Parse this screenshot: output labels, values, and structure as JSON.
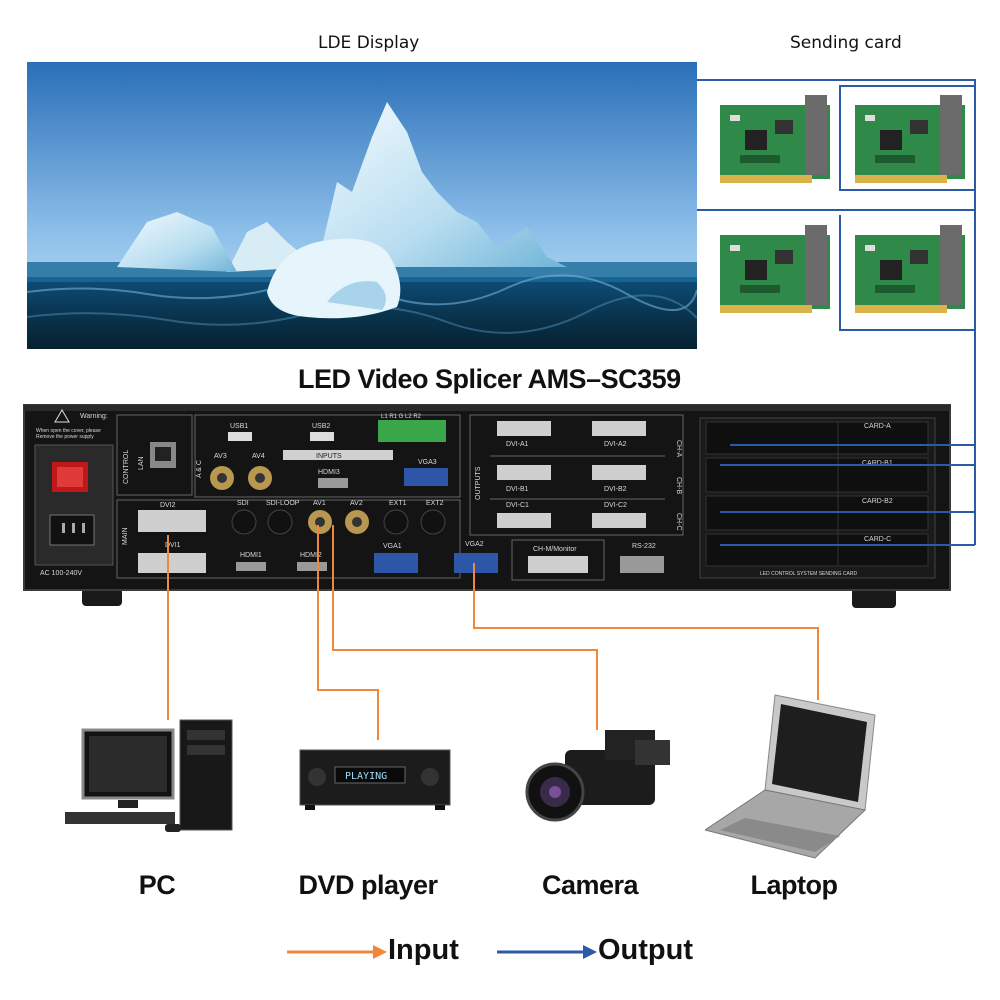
{
  "captions": {
    "display": "LDE  Display",
    "sending": "Sending card"
  },
  "title": "LED Video Splicer AMS–SC359",
  "panel": {
    "warning_title": "Warning:",
    "warning_text1": "When open the cover, please",
    "warning_text2": "Remove the power supply",
    "control": "CONTROL",
    "lan": "LAN",
    "power": "AC  100-240V",
    "main": "MAIN",
    "abc": "A & C",
    "inputs": "INPUTS",
    "outputs": "OUTPUTS",
    "usb1": "USB1",
    "usb2": "USB2",
    "terminal": "L1 R1  G L2  R2",
    "av3": "AV3",
    "av4": "AV4",
    "hdmi3": "HDMI3",
    "vga3": "VGA3",
    "dvi2": "DVI2",
    "dvi1": "DVI1",
    "sdi": "SDI",
    "sdi_loop": "SDI-LOOP",
    "av1": "AV1",
    "av2": "AV2",
    "ext1": "EXT1",
    "ext2": "EXT2",
    "hdmi1": "HDMI1",
    "hdmi2": "HDMI2",
    "vga1": "VGA1",
    "vga2": "VGA2",
    "dvi_a1": "DVI-A1",
    "dvi_a2": "DVI-A2",
    "dvi_b1": "DVI-B1",
    "dvi_b2": "DVI-B2",
    "dvi_c1": "DVI-C1",
    "dvi_c2": "DVI-C2",
    "ch_a": "CH-A",
    "ch_b": "CH-B",
    "ch_c": "CH-C",
    "chm": "CH-M/Monitor",
    "rs232": "RS-232",
    "card_a": "CARD-A",
    "card_b1": "CARD-B1",
    "card_b2": "CARD-B2",
    "card_c": "CARD-C",
    "sending_footer": "LED CONTROL SYSTEM SENDING CARD"
  },
  "devices": {
    "pc": "PC",
    "dvd": "DVD player",
    "camera": "Camera",
    "laptop": "Laptop",
    "dvd_screen": "PLAYING"
  },
  "legend": {
    "input": "Input",
    "output": "Output"
  },
  "colors": {
    "input_line": "#f0883c",
    "output_line": "#2a5aa8",
    "device_body": "#1c1c1c",
    "pcb_green": "#2f8a4a"
  }
}
